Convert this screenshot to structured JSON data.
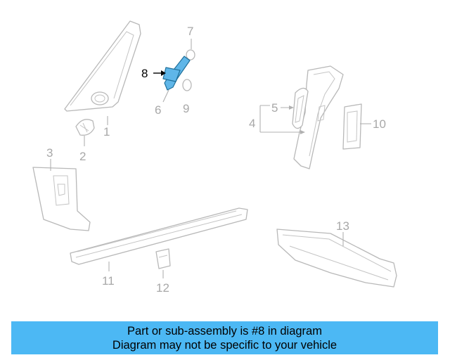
{
  "highlight_color": "#5fb6e8",
  "banner_color": "#4cb8f4",
  "callouts": {
    "p1": "1",
    "p2": "2",
    "p3": "3",
    "p4": "4",
    "p5": "5",
    "p6": "6",
    "p7": "7",
    "p8": "8",
    "p9": "9",
    "p10": "10",
    "p11": "11",
    "p12": "12",
    "p13": "13"
  },
  "highlighted_part": "8",
  "banner": {
    "line1": "Part or sub-assembly is #8 in diagram",
    "line2": "Diagram may not be specific to your vehicle"
  }
}
